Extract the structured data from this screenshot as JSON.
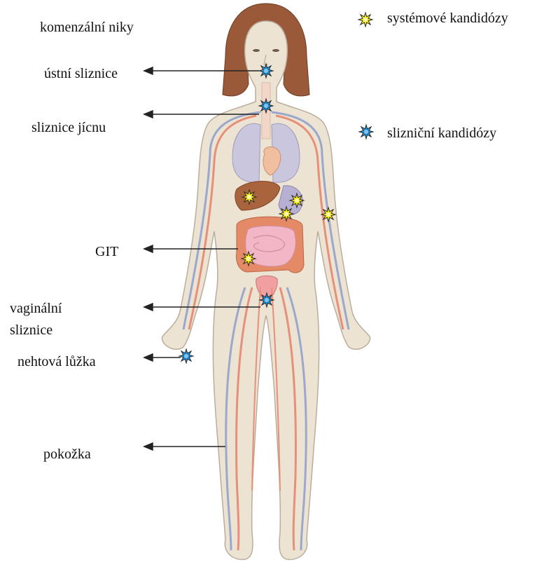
{
  "labels": {
    "niches": "komenzální niky",
    "oral": "ústní sliznice",
    "esophagus": "sliznice jícnu",
    "git": "GIT",
    "vaginal_1": "vaginální",
    "vaginal_2": "sliznice",
    "nails": "nehtová lůžka",
    "skin": "pokožka"
  },
  "legend": {
    "systemic": "systémové kandidózy",
    "mucosal": "slizniční kandidózy"
  },
  "colors": {
    "systemic_star": "#f4e600",
    "mucosal_star": "#1e8fd6",
    "star_outline": "#2a2a2a",
    "skin": "#ede3d3",
    "skin_outline": "#b9ad9c",
    "hair": "#9a5a3a",
    "artery": "#e6907a",
    "vein": "#9aa8cc",
    "lung": "#c9c6de",
    "intestine_large": "#e58a66",
    "intestine_small": "#f2b6c6",
    "liver": "#a9643e",
    "arrow": "#222222"
  },
  "icons": {
    "systemic": "yellow-star-icon",
    "mucosal": "blue-star-icon"
  }
}
